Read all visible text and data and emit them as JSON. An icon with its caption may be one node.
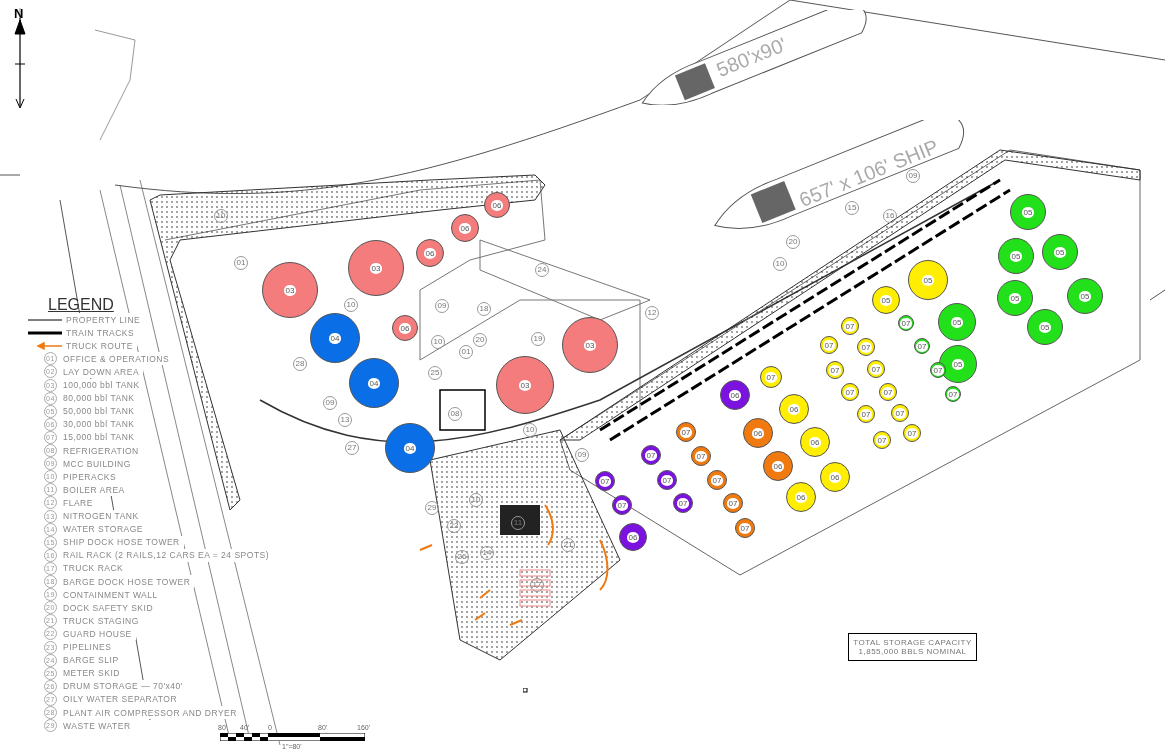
{
  "diagram": {
    "nodes": [
      {
        "text": [
          "580'x90'"
        ]
      },
      {
        "text": [
          "657' x 106' SHIP"
        ]
      },
      {
        "text": [
          "06"
        ]
      },
      {
        "text": [
          "06"
        ]
      },
      {
        "text": [
          "06"
        ]
      },
      {
        "text": [
          "03"
        ]
      },
      {
        "text": [
          "03"
        ]
      },
      {
        "text": [
          "05"
        ]
      },
      {
        "text": [
          "05"
        ]
      },
      {
        "text": [
          "05"
        ]
      },
      {
        "text": [
          "05"
        ]
      },
      {
        "text": [
          "05"
        ]
      },
      {
        "text": [
          "05"
        ]
      },
      {
        "text": [
          "05"
        ]
      },
      {
        "text": [
          "05"
        ]
      },
      {
        "text": [
          "05"
        ]
      },
      {
        "text": [
          "05"
        ]
      },
      {
        "text": [
          "07"
        ]
      },
      {
        "text": [
          "07"
        ]
      },
      {
        "text": [
          "07"
        ]
      },
      {
        "text": [
          "07"
        ]
      },
      {
        "text": [
          "07"
        ]
      },
      {
        "text": [
          "07"
        ]
      },
      {
        "text": [
          "07"
        ]
      },
      {
        "text": [
          "07"
        ]
      },
      {
        "text": [
          "07"
        ]
      },
      {
        "text": [
          "07"
        ]
      },
      {
        "text": [
          "07"
        ]
      },
      {
        "text": [
          "07"
        ]
      },
      {
        "text": [
          "07"
        ]
      },
      {
        "text": [
          "07"
        ]
      },
      {
        "text": [
          "07"
        ]
      },
      {
        "text": [
          "06"
        ]
      },
      {
        "text": [
          "04"
        ]
      },
      {
        "text": [
          "03"
        ]
      },
      {
        "text": [
          "07"
        ]
      },
      {
        "text": [
          "06"
        ]
      },
      {
        "text": [
          "04"
        ]
      },
      {
        "text": [
          "03"
        ]
      },
      {
        "text": [
          "06"
        ]
      },
      {
        "text": [
          "06"
        ]
      },
      {
        "text": [
          "07"
        ]
      },
      {
        "text": [
          "06"
        ]
      },
      {
        "text": [
          "07"
        ]
      },
      {
        "text": [
          "04"
        ]
      },
      {
        "text": [
          "07"
        ]
      },
      {
        "text": [
          "06"
        ]
      },
      {
        "text": [
          "07"
        ]
      },
      {
        "text": [
          "07"
        ]
      },
      {
        "text": [
          "07"
        ]
      },
      {
        "text": [
          "07"
        ]
      },
      {
        "text": [
          "07"
        ]
      },
      {
        "text": [
          "07"
        ]
      },
      {
        "text": [
          "06"
        ]
      },
      {
        "text": [
          "07"
        ]
      },
      {
        "text": [
          "06"
        ]
      },
      {
        "text": [
          "06"
        ]
      },
      {
        "text": [
          "TOTAL STORAGE CAPACITY",
          "1,855,000 BBLS NOMINAL"
        ]
      }
    ],
    "edges": [],
    "labels": [
      "N",
      "09",
      "10",
      "15",
      "16",
      "20",
      "01",
      "10",
      "24",
      "10",
      "09",
      "18",
      "12",
      "10",
      "20",
      "19",
      "01",
      "28",
      "25",
      "09",
      "08",
      "13",
      "10",
      "27",
      "09",
      "10",
      "29",
      "11",
      "22",
      "21",
      "14",
      "26",
      "17",
      "LEGEND",
      "80'",
      "40'",
      "0",
      "80'",
      "160'",
      "1\"=80'"
    ],
    "legend": [
      {
        "text": "PROPERTY LINE"
      },
      {
        "text": "TRAIN TRACKS"
      },
      {
        "text": "TRUCK ROUTE"
      },
      {
        "text": "01 OFFICE & OPERATIONS"
      },
      {
        "text": "02 LAY DOWN AREA"
      },
      {
        "text": "03 100,000 bbl TANK"
      },
      {
        "text": "04 80,000 bbl TANK"
      },
      {
        "text": "05 50,000 bbl TANK"
      },
      {
        "text": "06 30,000 bbl TANK"
      },
      {
        "text": "07 15,000 bbl TANK"
      },
      {
        "text": "08 REFRIGERATION"
      },
      {
        "text": "09 MCC BUILDING"
      },
      {
        "text": "10 PIPERACKS"
      },
      {
        "text": "11 BOILER AREA"
      },
      {
        "text": "12 FLARE"
      },
      {
        "text": "13 NITROGEN TANK"
      },
      {
        "text": "14 WATER STORAGE"
      },
      {
        "text": "15 SHIP DOCK HOSE TOWER"
      },
      {
        "text": "16 RAIL RACK (2 RAILS,12 CARS EA = 24 SPOTS)"
      },
      {
        "text": "17 TRUCK RACK"
      },
      {
        "text": "18 BARGE DOCK HOSE TOWER"
      },
      {
        "text": "19 CONTAINMENT WALL"
      },
      {
        "text": "20 DOCK SAFETY SKID"
      },
      {
        "text": "21 TRUCK STAGING"
      },
      {
        "text": "22 GUARD HOUSE"
      },
      {
        "text": "23 PIPELINES"
      },
      {
        "text": "24 BARGE SLIP"
      },
      {
        "text": "25 METER SKID"
      },
      {
        "text": "26 DRUM STORAGE — 70'x40'"
      },
      {
        "text": "27 OILY WATER SEPARATOR"
      },
      {
        "text": "28 PLANT AIR COMPRESSOR AND DRYER"
      },
      {
        "text": "29 WASTE WATER"
      }
    ]
  }
}
